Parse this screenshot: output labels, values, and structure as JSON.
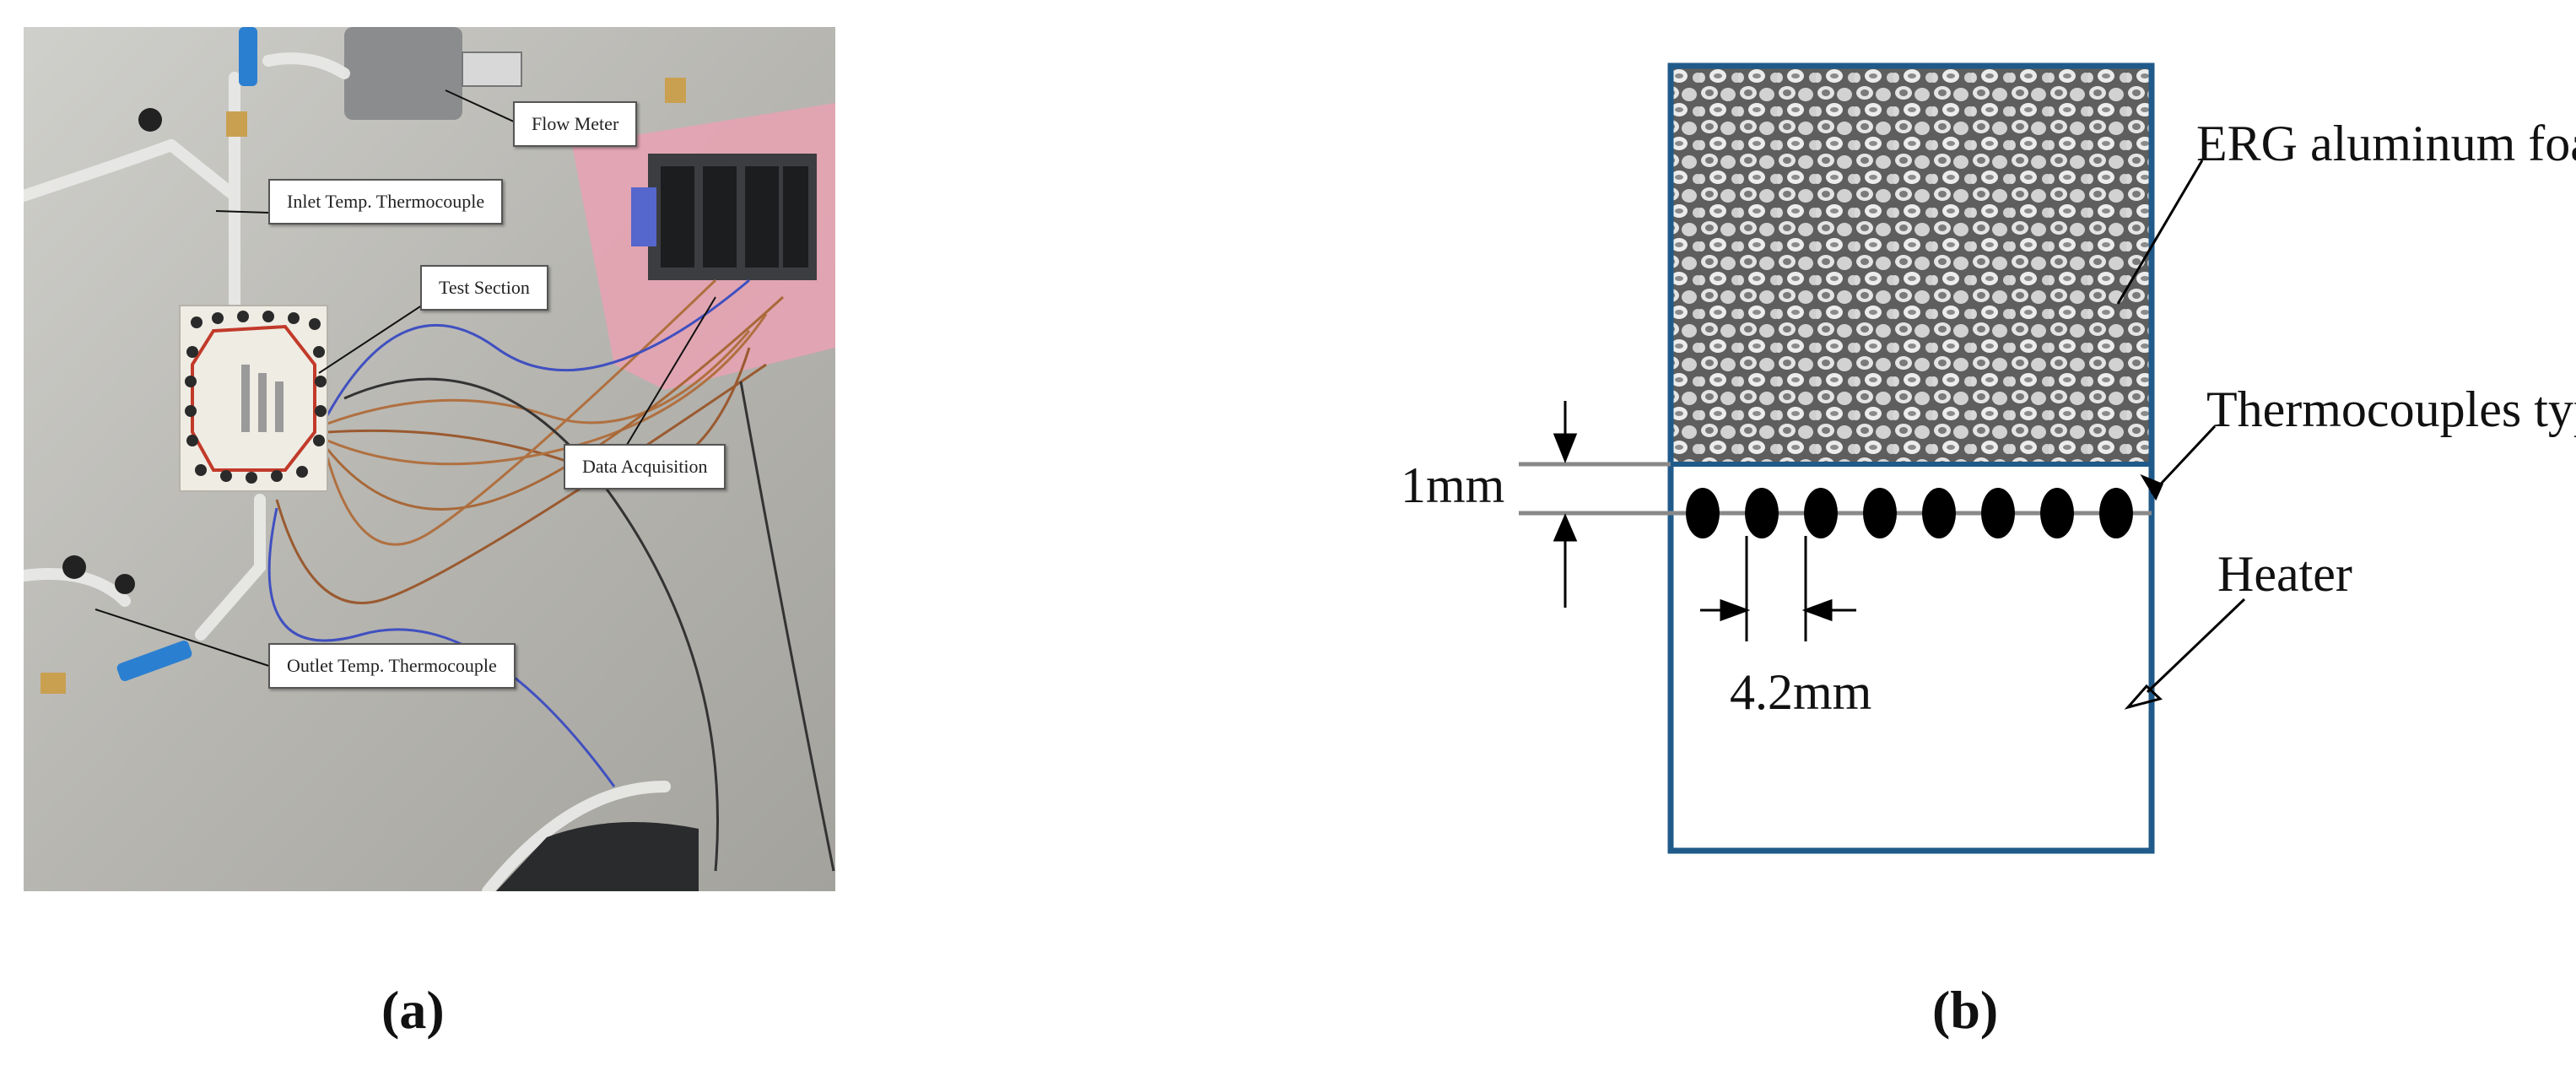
{
  "panel_a": {
    "caption": "(a)",
    "callouts": {
      "flow_meter": "Flow Meter",
      "inlet_thermocouple": "Inlet Temp. Thermocouple",
      "test_section": "Test Section",
      "data_acquisition": "Data Acquisition",
      "outlet_thermocouple": "Outlet Temp. Thermocouple"
    },
    "colors": {
      "bench": "#b9b8b3",
      "pink_mat": "#e6a3b2",
      "test_block": "#efece4",
      "seal_ring": "#c23a2a",
      "valve_blue": "#2b7fd0",
      "wire_copper": "#b07040",
      "wire_blue": "#4050c0"
    }
  },
  "panel_b": {
    "caption": "(b)",
    "labels": {
      "foam": "ERG aluminum foam",
      "thermocouples": "Thermocouples type (T)",
      "heater": "Heater",
      "gap": "1mm",
      "spacing": "4.2mm"
    },
    "thermocouple_count": 8,
    "colors": {
      "frame": "#1f5a8a",
      "foam_dark": "#5e5e5e",
      "foam_light": "#e4e4e4",
      "dot": "#000000"
    }
  }
}
